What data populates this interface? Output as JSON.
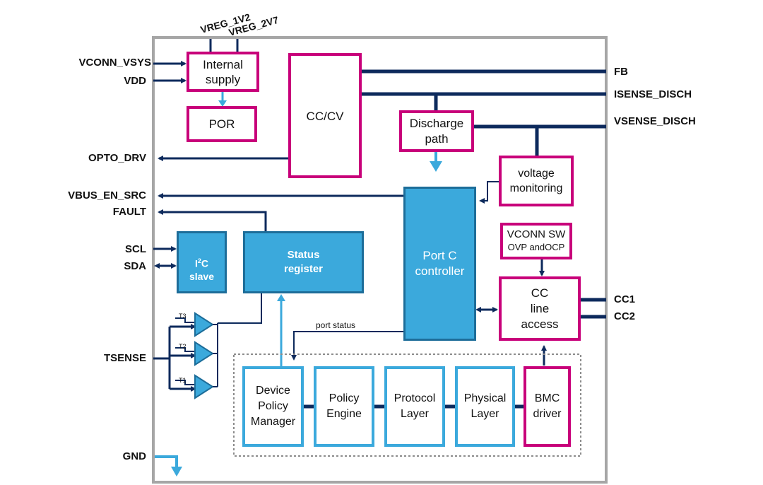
{
  "colors": {
    "outline": "#a6a6a6",
    "magenta": "#c8007a",
    "cyan": "#3ba9dc",
    "cyan_dark": "#1d6d99",
    "navy": "#0d2a5c"
  },
  "pins": {
    "vreg_1v2": "VREG_1V2",
    "vreg_2v7": "VREG_2V7",
    "vconn_vsys": "VCONN_VSYS",
    "vdd": "VDD",
    "opto_drv": "OPTO_DRV",
    "vbus_en_src": "VBUS_EN_SRC",
    "fault": "FAULT",
    "scl": "SCL",
    "sda": "SDA",
    "tsense": "TSENSE",
    "gnd": "GND",
    "fb": "FB",
    "isense_disch": "ISENSE_DISCH",
    "vsense_disch": "VSENSE_DISCH",
    "cc1": "CC1",
    "cc2": "CC2"
  },
  "blocks": {
    "internal_supply": "Internal\nsupply",
    "por": "POR",
    "cccv": "CC/CV",
    "discharge_path": "Discharge\npath",
    "voltage_monitoring": "voltage\nmonitoring",
    "port_c_controller": "Port C\ncontroller",
    "vconn_sw_line1": "VCONN SW",
    "vconn_sw_line2": "OVP andOCP",
    "cc_line_access": "CC\nline\naccess",
    "i2c_slave_sup": "2",
    "i2c_slave_pre": "I",
    "i2c_slave_post": "C\nslave",
    "status_register": "Status\nregister",
    "device_policy_manager": "Device\nPolicy\nManager",
    "policy_engine": "Policy\nEngine",
    "protocol_layer": "Protocol\nLayer",
    "physical_layer": "Physical\nLayer",
    "bmc_driver": "BMC\ndriver"
  },
  "labels": {
    "port_status": "port status",
    "t3": "T3",
    "t2": "T2",
    "t1": "T1"
  }
}
